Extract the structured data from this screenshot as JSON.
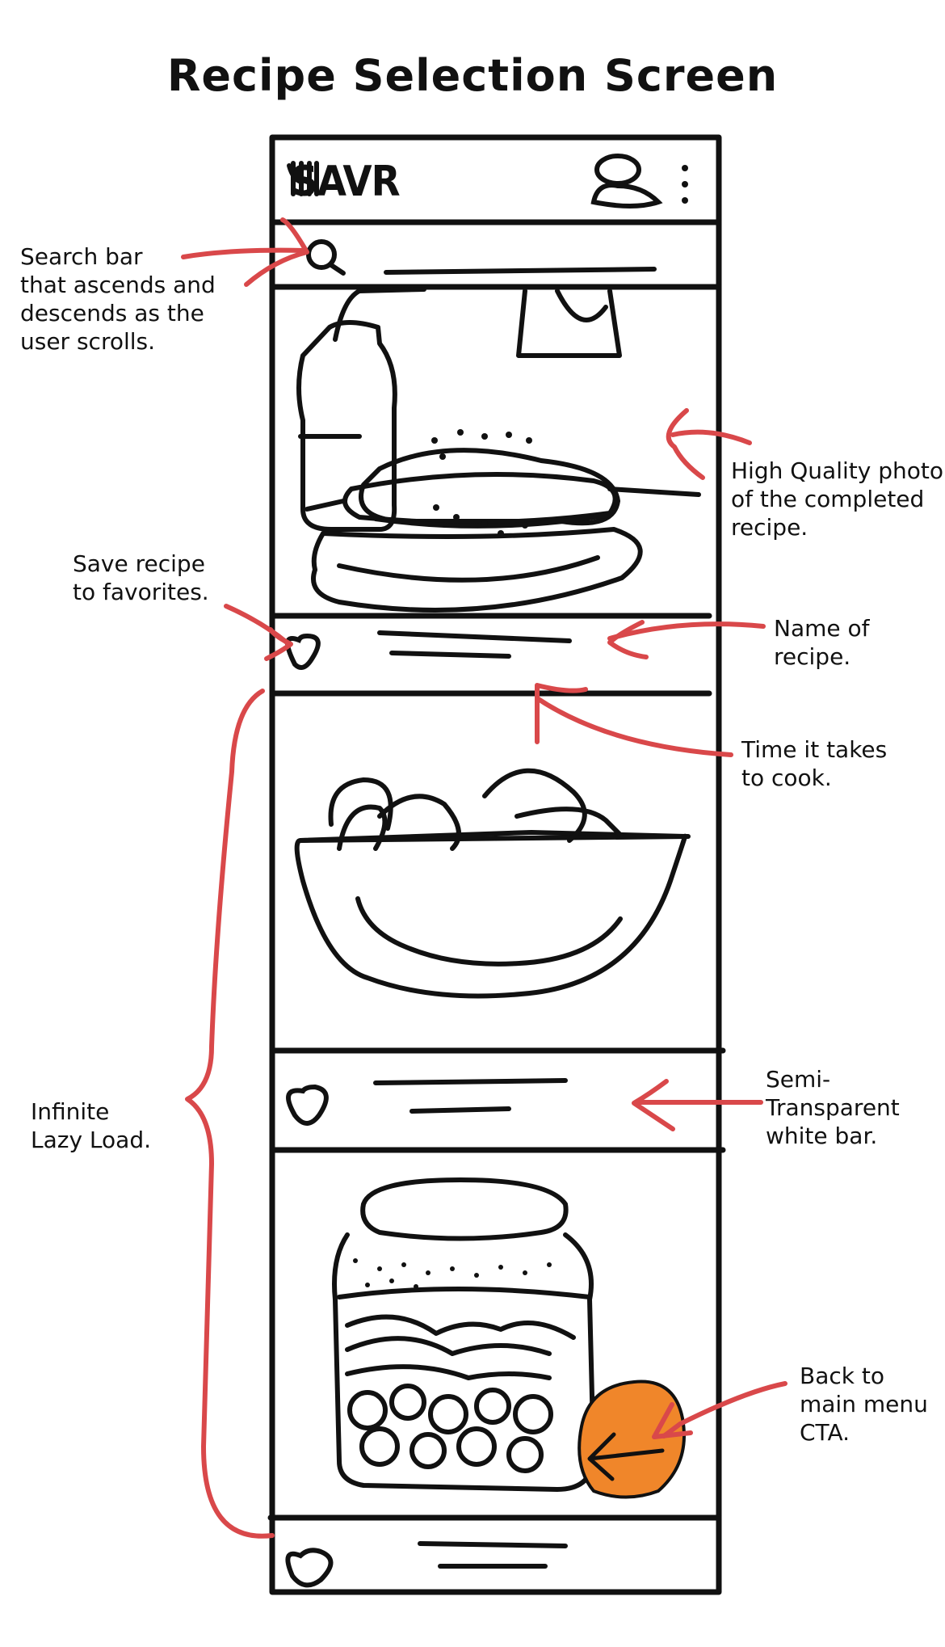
{
  "title": "Recipe Selection Screen",
  "app": {
    "logo_text": "SAVR"
  },
  "annotations": {
    "search_bar": "Search bar\nthat ascends and\ndescends as the\nuser scrolls.",
    "photo": "High Quality photo\nof the completed\nrecipe.",
    "save": "Save recipe\nto favorites.",
    "name": "Name of\nrecipe.",
    "time": "Time it takes\nto cook.",
    "semi_transparent": "Semi-\nTransparent\nwhite bar.",
    "infinite_load": "Infinite\nLazy Load.",
    "back_cta": "Back to\nmain menu\nCTA."
  },
  "colors": {
    "ink": "#111111",
    "annotation": "#d9484a",
    "cta": "#f0862a"
  },
  "icons": [
    "fork-knife-icon",
    "profile-icon",
    "kebab-menu-icon",
    "search-icon",
    "heart-icon",
    "back-arrow-icon"
  ]
}
